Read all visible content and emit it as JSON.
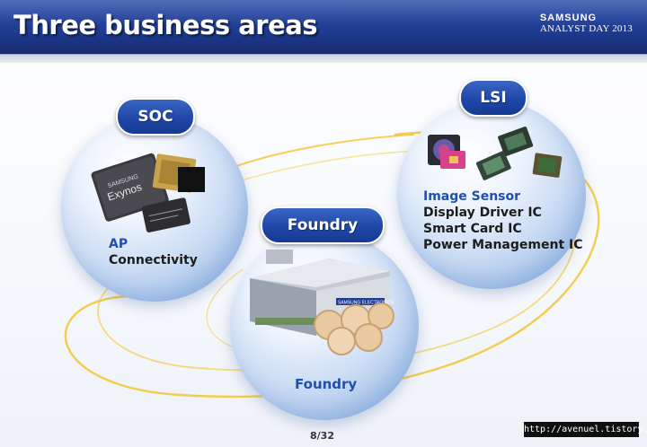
{
  "header": {
    "title": "Three business areas",
    "brand_name": "SAMSUNG",
    "brand_event": "ANALYST DAY 2013"
  },
  "areas": {
    "soc": {
      "label": "SOC",
      "items": [
        "AP",
        "Connectivity"
      ],
      "chip_text": [
        "SAMSUNG",
        "Exynos"
      ]
    },
    "lsi": {
      "label": "LSI",
      "items": [
        "Image Sensor",
        "Display Driver IC",
        "Smart Card IC",
        "Power Management IC"
      ]
    },
    "foundry": {
      "label": "Foundry",
      "caption": "Foundry",
      "building_sign": "SAMSUNG ELECTRONICS"
    }
  },
  "footer": {
    "page": "8/32",
    "watermark": "http://avenuel.tistory.com"
  },
  "colors": {
    "header_blue": "#1f3c92",
    "pill_blue": "#1f47a8",
    "accent_text": "#1f4fb2",
    "orbit_gold": "#f2c431"
  }
}
